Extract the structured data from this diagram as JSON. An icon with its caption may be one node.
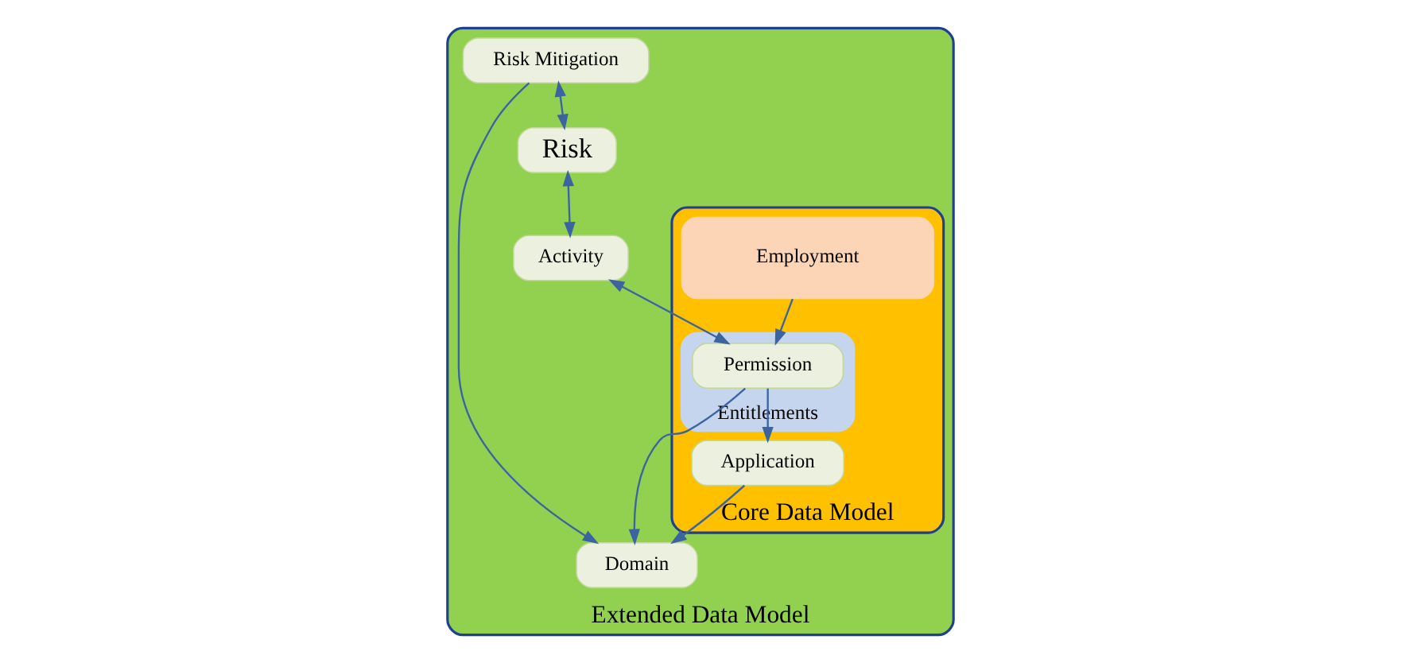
{
  "diagram": {
    "nodes": [
      {
        "text": [
          "Extended Data Model"
        ]
      },
      {
        "text": [
          "Risk Mitigation"
        ],
        "in": 0
      },
      {
        "text": [
          "Domain"
        ],
        "in": 0
      },
      {
        "text": [
          "Risk"
        ],
        "in": 0
      },
      {
        "text": [
          "Activity"
        ],
        "in": 0
      },
      {
        "text": [
          "Core Data Model"
        ],
        "in": 0
      },
      {
        "text": [
          "Application"
        ],
        "in": 5
      },
      {
        "text": [
          "Entitlements"
        ],
        "in": 5
      },
      {
        "text": [
          "Permission"
        ],
        "in": 7
      },
      {
        "text": [
          "Employment"
        ],
        "in": 5
      }
    ],
    "edges": [
      {
        "from": 1,
        "to": 2,
        "arrow": "to"
      },
      {
        "from": 1,
        "to": 3,
        "arrow": "both"
      },
      {
        "from": 3,
        "to": 4,
        "arrow": "both"
      },
      {
        "from": 4,
        "to": 8,
        "arrow": "both"
      },
      {
        "from": 9,
        "to": 8,
        "arrow": "to"
      },
      {
        "from": 8,
        "to": 2,
        "arrow": "to"
      },
      {
        "from": 8,
        "to": 6,
        "arrow": "to"
      },
      {
        "from": 6,
        "to": 2,
        "arrow": "to"
      }
    ]
  }
}
